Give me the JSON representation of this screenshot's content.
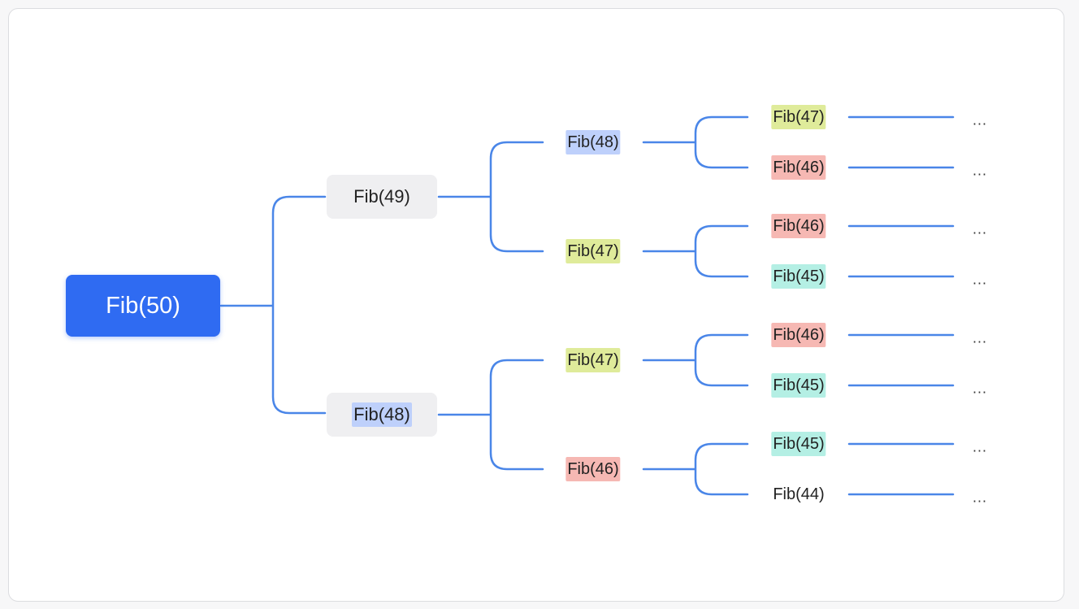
{
  "colors": {
    "line": "#4a86e8",
    "root": "#2f6bf2",
    "level1_box": "#efeff1",
    "blue_hl": "#bed0fb",
    "yellow_hl": "#dfeb9a",
    "red_hl": "#f6b8b3",
    "teal_hl": "#b4efe4"
  },
  "tree": {
    "root": {
      "label": "Fib(50)"
    },
    "level1": [
      {
        "label": "Fib(49)",
        "highlight": "none"
      },
      {
        "label": "Fib(48)",
        "highlight": "blue"
      }
    ],
    "level2": [
      {
        "label": "Fib(48)",
        "highlight": "blue"
      },
      {
        "label": "Fib(47)",
        "highlight": "yellow"
      },
      {
        "label": "Fib(47)",
        "highlight": "yellow"
      },
      {
        "label": "Fib(46)",
        "highlight": "red"
      }
    ],
    "level3": [
      {
        "label": "Fib(47)",
        "highlight": "yellow"
      },
      {
        "label": "Fib(46)",
        "highlight": "red"
      },
      {
        "label": "Fib(46)",
        "highlight": "red"
      },
      {
        "label": "Fib(45)",
        "highlight": "teal"
      },
      {
        "label": "Fib(46)",
        "highlight": "red"
      },
      {
        "label": "Fib(45)",
        "highlight": "teal"
      },
      {
        "label": "Fib(45)",
        "highlight": "teal"
      },
      {
        "label": "Fib(44)",
        "highlight": "none"
      }
    ],
    "continuation": "..."
  }
}
